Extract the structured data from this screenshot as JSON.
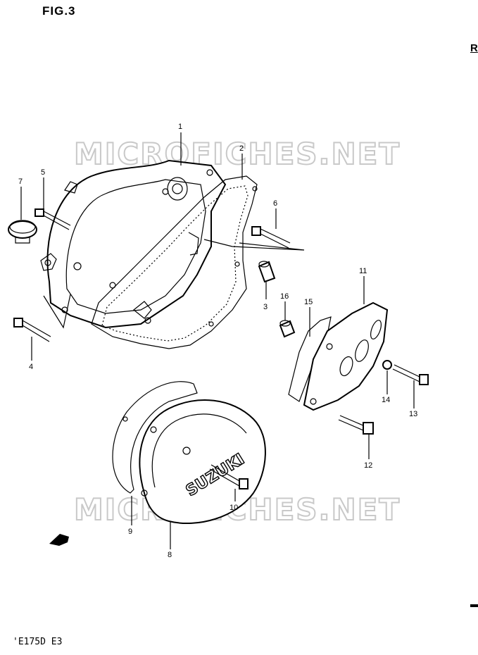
{
  "header": {
    "figure_label": "FIG.3",
    "edge_letter": "R"
  },
  "footer": {
    "model_code": "'E175D E3"
  },
  "watermarks": [
    "MICROFICHES.NET",
    "MICROFICHES.NET"
  ],
  "callouts": [
    {
      "id": "1",
      "label": "1"
    },
    {
      "id": "2",
      "label": "2"
    },
    {
      "id": "3",
      "label": "3"
    },
    {
      "id": "4",
      "label": "4"
    },
    {
      "id": "5",
      "label": "5"
    },
    {
      "id": "6",
      "label": "6"
    },
    {
      "id": "7",
      "label": "7"
    },
    {
      "id": "8",
      "label": "8"
    },
    {
      "id": "9",
      "label": "9"
    },
    {
      "id": "10",
      "label": "10"
    },
    {
      "id": "11",
      "label": "11"
    },
    {
      "id": "12",
      "label": "12"
    },
    {
      "id": "13",
      "label": "13"
    },
    {
      "id": "14",
      "label": "14"
    },
    {
      "id": "15",
      "label": "15"
    },
    {
      "id": "16",
      "label": "16"
    }
  ],
  "cover_emblem": "SUZUKI",
  "colors": {
    "ink": "#000000",
    "watermark": "#c9c9c9",
    "paper": "#ffffff"
  }
}
